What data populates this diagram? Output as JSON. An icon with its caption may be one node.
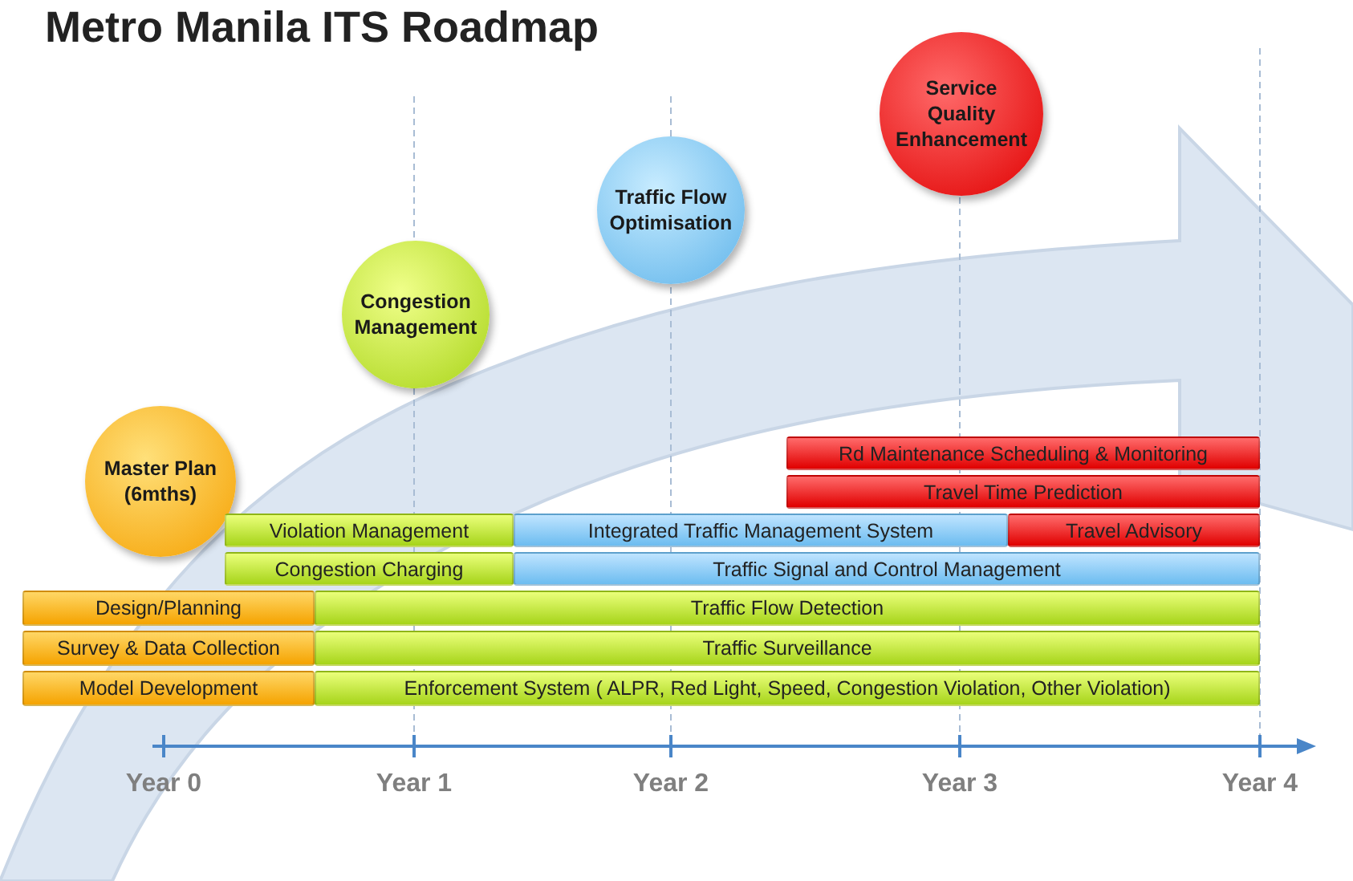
{
  "diagram": {
    "title": "Metro Manila ITS Roadmap",
    "nodes": [
      {
        "text": [
          "Service Quality Enhancement"
        ]
      },
      {
        "text": [
          "Traffic Flow Optimisation"
        ]
      },
      {
        "text": [
          "Congestion Management"
        ]
      },
      {
        "text": [
          "Master Plan (6mths)"
        ]
      },
      {
        "text": [
          "Rd Maintenance Scheduling & Monitoring"
        ]
      },
      {
        "text": [
          "Travel Time Prediction"
        ]
      },
      {
        "text": [
          "Violation Management"
        ]
      },
      {
        "text": [
          "Integrated Traffic Management  System"
        ]
      },
      {
        "text": [
          "Travel Advisory"
        ]
      },
      {
        "text": [
          "Congestion Charging"
        ]
      },
      {
        "text": [
          "Traffic Signal and Control Management"
        ]
      },
      {
        "text": [
          "Design/Planning"
        ]
      },
      {
        "text": [
          "Traffic Flow Detection"
        ]
      },
      {
        "text": [
          "Survey & Data Collection"
        ]
      },
      {
        "text": [
          "Traffic Surveillance"
        ]
      },
      {
        "text": [
          "Model Development"
        ]
      },
      {
        "text": [
          "Enforcement System ( ALPR, Red Light, Speed, Congestion Violation, Other Violation)"
        ]
      }
    ],
    "labels": [
      "Year 0",
      "Year 1",
      "Year 2",
      "Year 3",
      "Year 4"
    ]
  }
}
